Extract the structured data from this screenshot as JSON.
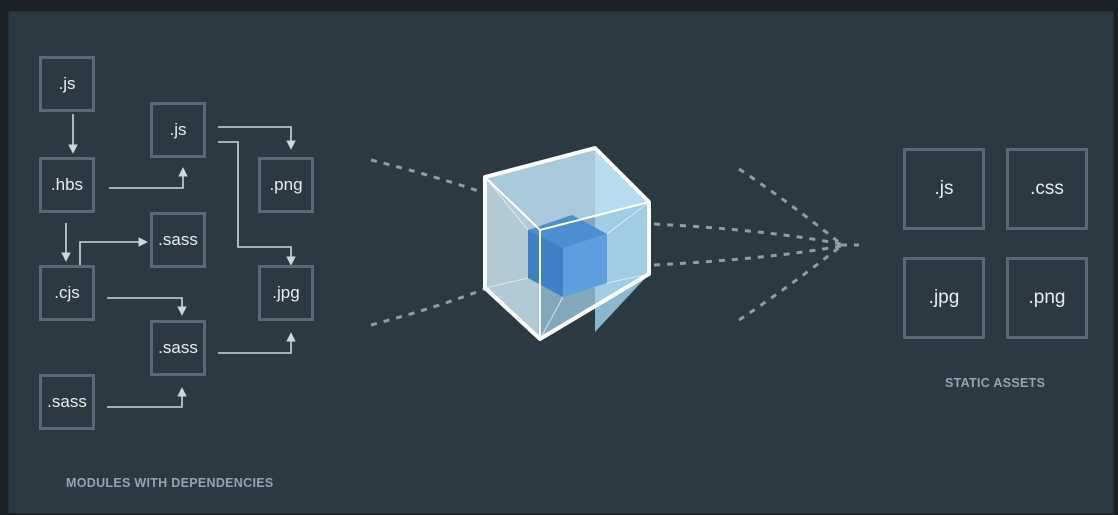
{
  "modules": {
    "caption": "MODULES WITH DEPENDENCIES",
    "files": [
      ".js",
      ".js",
      ".hbs",
      ".png",
      ".sass",
      ".cjs",
      ".jpg",
      ".sass",
      ".sass"
    ]
  },
  "assets": {
    "caption": "STATIC ASSETS",
    "files": [
      ".js",
      ".css",
      ".jpg",
      ".png"
    ]
  },
  "colors": {
    "background": "#2b3a42",
    "box_border": "#566b77",
    "arrow": "#cdd8de",
    "dash": "#8e9ea6",
    "cube_outer": "#8ed6fb",
    "cube_inner": "#1c78c0"
  },
  "icons": {
    "center": "webpack-cube-icon"
  }
}
